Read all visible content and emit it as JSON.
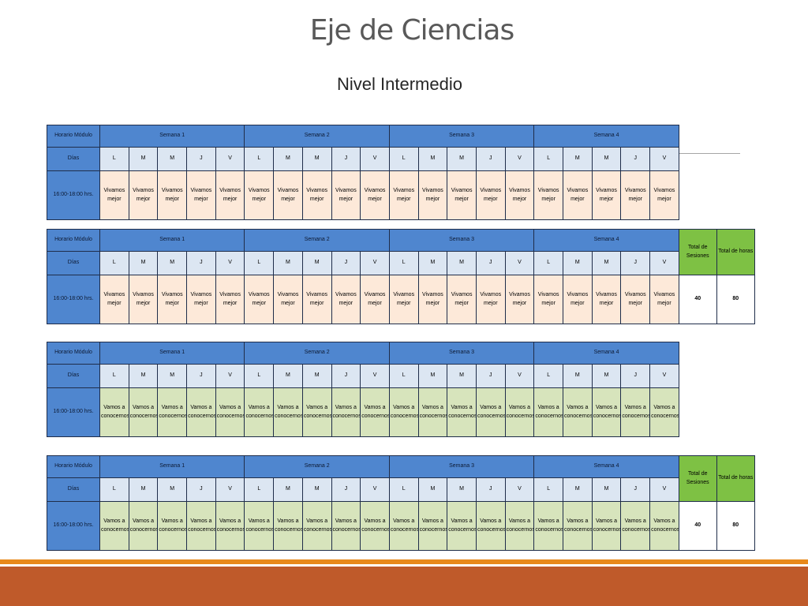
{
  "title": "Eje de Ciencias",
  "subtitle": "Nivel Intermedio",
  "labels": {
    "horario_modulo": "Horario Módulo",
    "dias": "Días",
    "time": "16:00-18:00 hrs.",
    "total_sesiones": "Total de Sesiones",
    "total_horas": "Total de horas"
  },
  "weeks": [
    "Semana 1",
    "Semana 2",
    "Semana 3",
    "Semana 4"
  ],
  "days": [
    "L",
    "M",
    "M",
    "J",
    "V"
  ],
  "tables": [
    {
      "cell_text": "Vivamos mejor",
      "cell_color": "#fde9d9",
      "show_totals": false
    },
    {
      "cell_text": "Vivamos mejor",
      "cell_color": "#fde9d9",
      "show_totals": true,
      "total_sesiones": "40",
      "total_horas": "80"
    },
    {
      "cell_text": "Vamos a conocernos",
      "cell_color": "#d7e4bc",
      "show_totals": false
    },
    {
      "cell_text": "Vamos a conocernos",
      "cell_color": "#d7e4bc",
      "show_totals": true,
      "total_sesiones": "40",
      "total_horas": "80"
    }
  ],
  "colors": {
    "header_blue": "#4f86cf",
    "day_row": "#dce6f2",
    "vivamos_cell": "#fde9d9",
    "vamos_cell": "#d7e4bc",
    "totals_green": "#7ec144",
    "bottom_band": "#bf5a2a",
    "bottom_line": "#e8891b"
  }
}
